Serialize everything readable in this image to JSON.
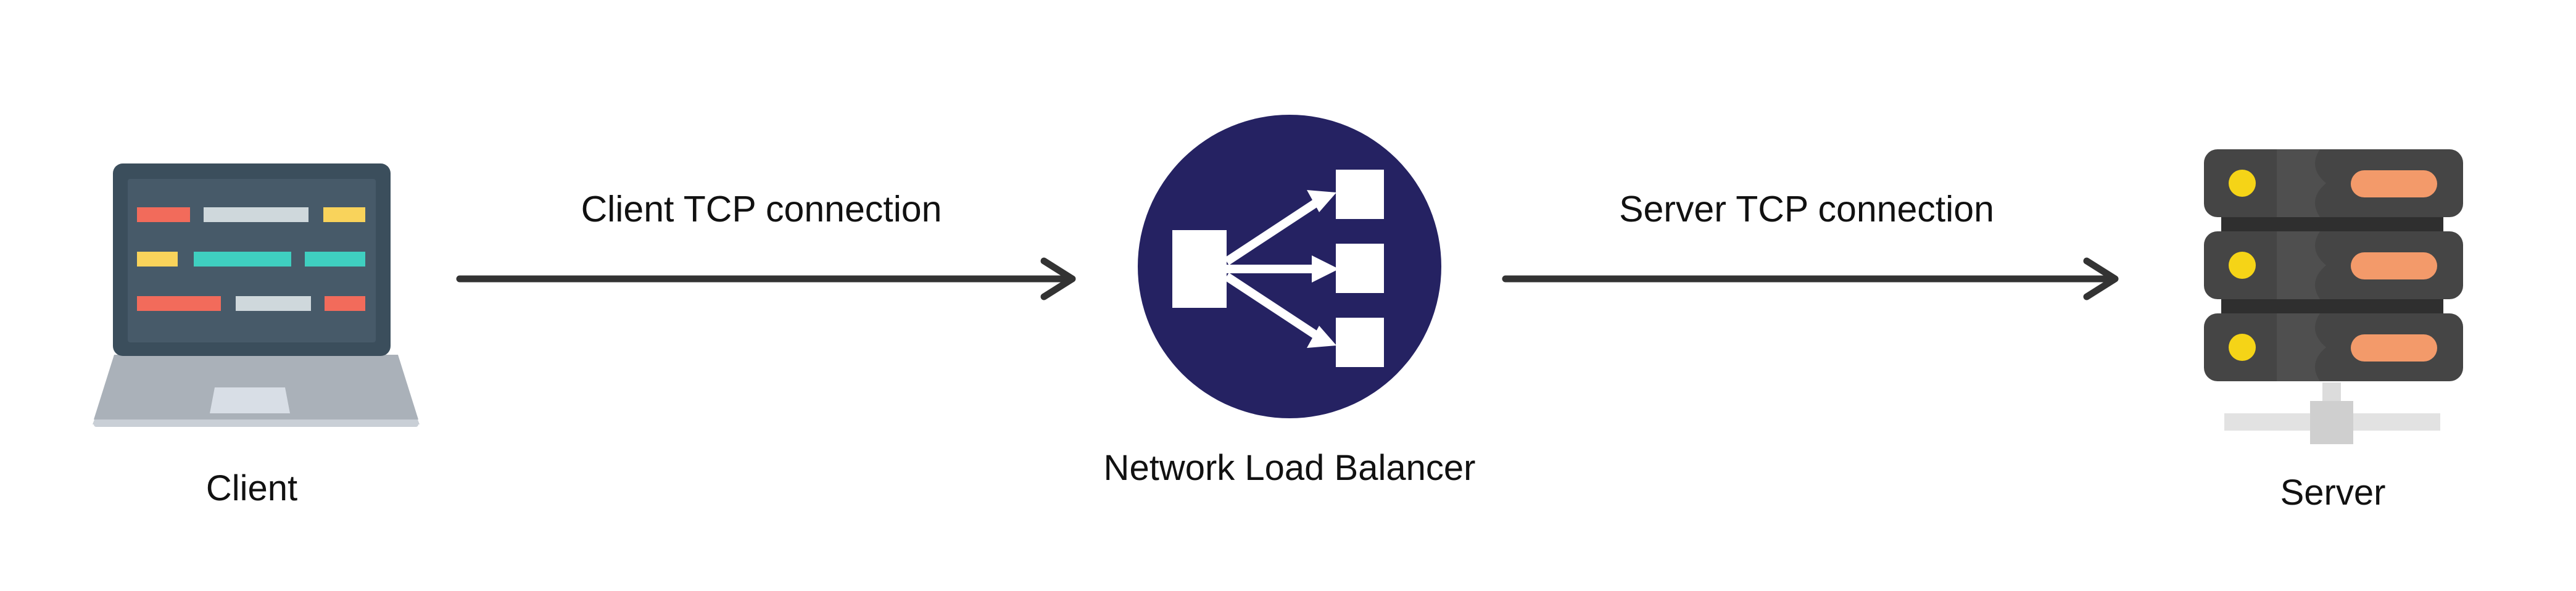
{
  "diagram": {
    "nodes": {
      "client": {
        "label": "Client",
        "icon": "laptop-icon"
      },
      "load_balancer": {
        "label": "Network Load Balancer",
        "icon": "load-balancer-icon"
      },
      "server": {
        "label": "Server",
        "icon": "server-rack-icon"
      }
    },
    "edges": {
      "client_to_lb": {
        "label": "Client TCP connection"
      },
      "lb_to_server": {
        "label": "Server TCP connection"
      }
    }
  },
  "colors": {
    "arrow": "#333333",
    "load_balancer_circle": "#252262",
    "laptop_screen": "#475a69",
    "laptop_base": "#aab1b9",
    "server_body": "#454545",
    "server_indicator": "#f5d417",
    "server_bar": "#f39a6a",
    "code_red": "#f26b5b",
    "code_yellow": "#f9d35b",
    "code_teal": "#3fcfc0",
    "code_light": "#cfd8dc"
  }
}
